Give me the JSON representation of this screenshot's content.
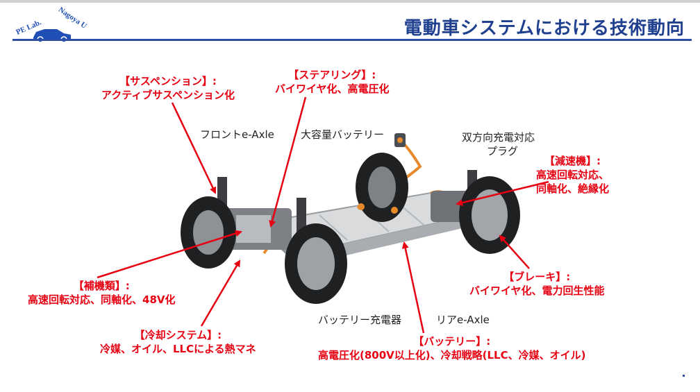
{
  "header": {
    "logo_text": "PE Lab. Nagoya U",
    "title": "電動車システムにおける技術動向"
  },
  "photo_labels": {
    "front_eaxle": "フロントe-Axle",
    "battery": "大容量バッテリー",
    "plug_line1": "双方向充電対応",
    "plug_line2": "プラグ",
    "charger": "バッテリー充電器",
    "rear_eaxle": "リアe-Axle"
  },
  "callouts": {
    "suspension": {
      "heading": "【サスペンション】:",
      "detail": "アクティブサスペンション化"
    },
    "steering": {
      "heading": "【ステアリング】:",
      "detail": "バイワイヤ化、高電圧化"
    },
    "reducer": {
      "heading": "【減速機】:",
      "detail1": "高速回転対応、",
      "detail2": "同軸化、絶縁化"
    },
    "brake": {
      "heading": "【ブレーキ】:",
      "detail": "バイワイヤ化、電力回生性能"
    },
    "auxiliary": {
      "heading": "【補機類】:",
      "detail": "高速回転対応、同軸化、48V化"
    },
    "cooling": {
      "heading": "【冷却システム】:",
      "detail": "冷媒、オイル、LLCによる熱マネ"
    },
    "battery": {
      "heading": "【バッテリー】:",
      "detail": "高電圧化(800V以上化)、冷却戦略(LLC、冷媒、オイル)"
    }
  },
  "colors": {
    "title": "#1f3f8f",
    "rule": "#2a4fa5",
    "callout": "#e60012",
    "logo": "#1f4fb4"
  }
}
